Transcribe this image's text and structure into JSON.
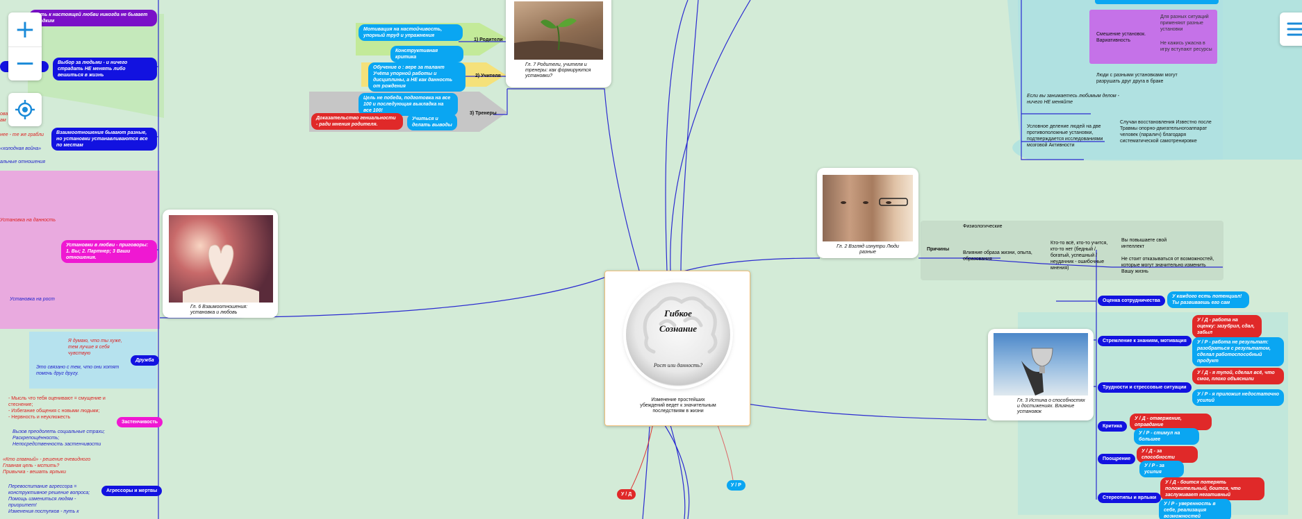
{
  "center": {
    "title_line1": "Гибкое",
    "title_line2": "Сознание",
    "subtitle": "Рост или данность?",
    "caption": "Изменение простейших убеждений ведет к значительным последствиям в жизни"
  },
  "bottom": {
    "ud": "У / Д",
    "ur": "У / Р"
  },
  "ch7": {
    "caption": "Гл. 7 Родители, учителя и тренеры: как формируются установки?",
    "parents_label": "1) Родители",
    "parents_items": [
      "Мотивация на настойчивость, упорный труд и упражнения",
      "Конструктивная критика"
    ],
    "teachers_label": "2) Учителя",
    "teachers_items": [
      "Обучение о : вере за талант Учёта упорной работы и дисциплины, а НЕ как данность от рождения"
    ],
    "coaches_label": "3) Тренеры",
    "coaches_items": [
      "Цель не победа, подготовка на все 100 и последующая выкладка на все 100!",
      "Доказательство гениальности - ради мнения родителя.",
      "Учиться и делать выводы"
    ]
  },
  "ch6": {
    "caption": "Гл. 6 Взаимоотношения: установка и любовь",
    "top_items": [
      "Путь к настоящей любви никогда не бывает гладким",
      "Выбор за людьми - и ничего страдать НЕ менять либо вешиться в жизнь",
      "Взаимоотношения бывают разные, но установки устанавливаются все по местам"
    ],
    "left_fragments": [
      "ова",
      "ам",
      "нее - те же грабли",
      "«холодная война»",
      "альные отношения"
    ],
    "love_node": "Установки в любви - приговоры: 1. Вы; 2. Партнер; 3 Ваши отношения.",
    "love_given": "Установка на данность",
    "love_growth": "Установка на рост",
    "friendship": "Дружба",
    "friend_red": "Я думаю, что ты хуже, тем лучше я себя чувствую",
    "friend_blue": "Это связано с тем, что они хотят помочь друг другу.",
    "shyness": "Застенчивость",
    "shy_red": "- Мысль что тебя оценивают = смущение и стеснение;\n- Избегание общения с новыми людьми;\n- Нервность и неуклюжесть",
    "shy_blue": "Вызов преодолеть социальные страхи;\nРаскрепощённость;\nНепосредственность застенчивости",
    "bullies": "Агрессоры и жертвы",
    "bully_red": "«Кто главный» - решение очевидного\nГлавная цель - мстить?\nПривычка - вешать ярлыки",
    "bully_blue": "Перевоспитание агрессора = конструктивное решение вопроса;\nПомощь измениться людям - приоритет!\nИзменения поступков - путь к"
  },
  "ch2": {
    "caption": "Гл. 2 Взгляд изнутри Люди разные",
    "reasons": "Причины",
    "physio": "Физиологические",
    "influence": "Влияние образа жизни, опыта, образования",
    "who": "Кто-то всё, кто-то учится, кто-то нет (бедный / богатый, успешный / неудачник - ошибочные мнения)",
    "r1": "Вы повышаете свой интеллект",
    "r2": "Не стоит отказываться от возможностей, которые могут значительно изменить Вашу жизнь"
  },
  "topright": {
    "mixing": "Смешение установок. Вариативность",
    "mix1": "Для разных ситуаций применяют разные установки",
    "mix2": "Не кажись ужасна в игру вступают ресурсы",
    "marriage": "Люди с разными установками могут разрушать друг друга в браке",
    "love_work": "Если вы занимаетесь любимым делом - ничего НЕ меняйте",
    "split": "Условное деление людей на две противоположные установки, подтверждается исследованиями мозговой Активности",
    "recovery": "Случаи восстановления Известно после Травмы опорно-двигательногоаппарат человек (паралич) благодаря систематической самотренировке"
  },
  "ch3": {
    "caption": "Гл. 3 Истина о способностях и достижениях. Влияние установок",
    "branches": [
      {
        "label": "Оценка сотрудничества",
        "items": [
          {
            "c": "cyan",
            "t": "У каждого есть потенциал! Ты развиваешь его сам"
          }
        ]
      },
      {
        "label": "Стремление к знаниям, мотивация",
        "items": [
          {
            "c": "red",
            "t": "У / Д - работа на оценку: зазубрил, сдал, забыл"
          },
          {
            "c": "cyan",
            "t": "У / Р - работа не результат: разобраться с результатом, сделал работоспособный продукт"
          }
        ]
      },
      {
        "label": "Трудности и стрессовые ситуации",
        "items": [
          {
            "c": "red",
            "t": "У / Д - я тупой, сделал всё, что смог, плохо объяснили"
          },
          {
            "c": "cyan",
            "t": "У / Р - я приложил недостаточно усилий"
          }
        ]
      },
      {
        "label": "Критика",
        "items": [
          {
            "c": "red",
            "t": "У / Д - отвержение, оправдание"
          },
          {
            "c": "cyan",
            "t": "У / Р - стимул на большее"
          }
        ]
      },
      {
        "label": "Поощрение",
        "items": [
          {
            "c": "red",
            "t": "У / Д - за способности"
          },
          {
            "c": "cyan",
            "t": "У / Р - за усилия"
          }
        ]
      },
      {
        "label": "Стереотипы и ярлыки",
        "items": [
          {
            "c": "red",
            "t": "У / Д - боится потерять положительный, боится, что заслуживает негативный"
          },
          {
            "c": "cyan",
            "t": "У / Р - уверенность в себе, реализация возможностей"
          }
        ]
      }
    ]
  },
  "controls": {
    "zoom_in": "+",
    "zoom_out": "−"
  },
  "colors": {
    "bg": "#d3ebd7",
    "blue": "#1212e0",
    "cyan": "#0aa6f2",
    "red": "#e02929",
    "magenta": "#ef18d2",
    "purple": "#7a10c8",
    "link": "#2a2ad0"
  }
}
